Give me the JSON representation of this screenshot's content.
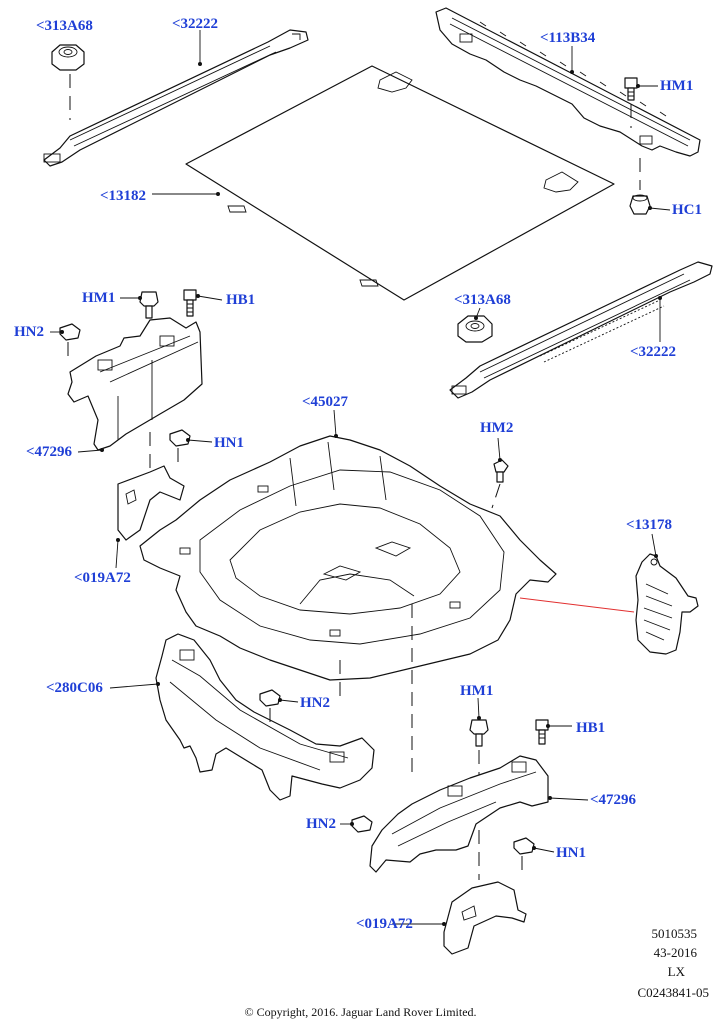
{
  "callouts": [
    {
      "id": "c1",
      "text": "<313A68"
    },
    {
      "id": "c2",
      "text": "<32222"
    },
    {
      "id": "c3",
      "text": "<113B34"
    },
    {
      "id": "c4",
      "text": "HM1"
    },
    {
      "id": "c5",
      "text": "<13182"
    },
    {
      "id": "c6",
      "text": "HC1"
    },
    {
      "id": "c7",
      "text": "HM1"
    },
    {
      "id": "c8",
      "text": "HB1"
    },
    {
      "id": "c9",
      "text": "<313A68"
    },
    {
      "id": "c10",
      "text": "HN2"
    },
    {
      "id": "c11",
      "text": "<32222"
    },
    {
      "id": "c12",
      "text": "<45027"
    },
    {
      "id": "c13",
      "text": "HN1"
    },
    {
      "id": "c14",
      "text": "<47296"
    },
    {
      "id": "c15",
      "text": "HM2"
    },
    {
      "id": "c16",
      "text": "<13178"
    },
    {
      "id": "c17",
      "text": "<019A72"
    },
    {
      "id": "c18",
      "text": "<280C06"
    },
    {
      "id": "c19",
      "text": "HN2"
    },
    {
      "id": "c20",
      "text": "HM1"
    },
    {
      "id": "c21",
      "text": "HB1"
    },
    {
      "id": "c22",
      "text": "<47296"
    },
    {
      "id": "c23",
      "text": "HN2"
    },
    {
      "id": "c24",
      "text": "HN1"
    },
    {
      "id": "c25",
      "text": "<019A72"
    }
  ],
  "meta": {
    "line1": "5010535",
    "line2": "43-2016",
    "line3": "LX",
    "line4": "C0243841-05"
  },
  "copyright": "© Copyright, 2016. Jaguar Land Rover Limited.",
  "colors": {
    "callout_text": "#1f3fd6",
    "line": "#111111",
    "accent_line": "#e23030"
  }
}
